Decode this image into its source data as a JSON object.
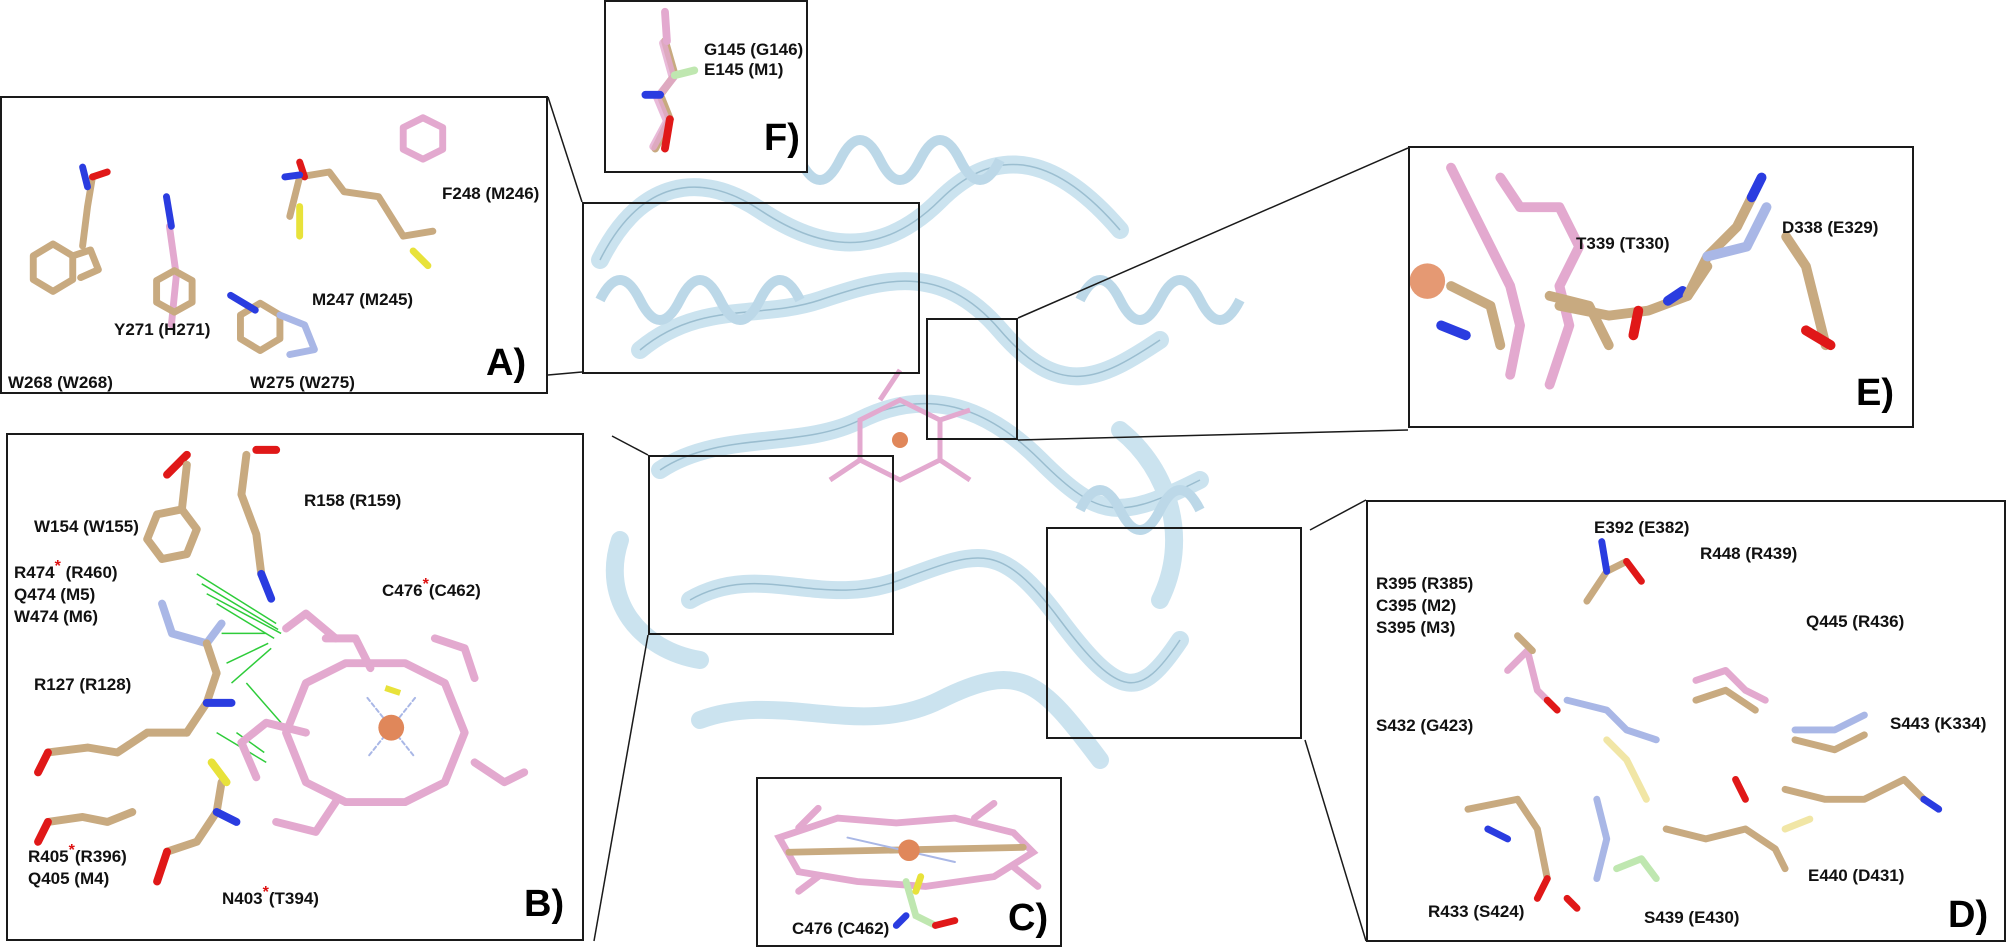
{
  "panels": {
    "A": {
      "tag": "A)",
      "labels": [
        "F248 (M246)",
        "M247 (M245)",
        "Y271 (H271)",
        "W268 (W268)",
        "W275 (W275)"
      ]
    },
    "B": {
      "tag": "B)",
      "labels": [
        {
          "res": "W154 (W155)"
        },
        {
          "res": "R158 (R159)"
        },
        {
          "pre": "R474",
          "post": "(R460)"
        },
        {
          "res": "Q474 (M5)"
        },
        {
          "res": "W474 (M6)"
        },
        {
          "pre": "C476",
          "post": "(C462)"
        },
        {
          "res": "R127 (R128)"
        },
        {
          "pre": "R405",
          "post": "(R396)"
        },
        {
          "res": "Q405 (M4)"
        },
        {
          "pre": "N403",
          "post": "(T394)"
        }
      ]
    },
    "C": {
      "tag": "C)",
      "labels": [
        "C476 (C462)"
      ]
    },
    "D": {
      "tag": "D)",
      "labels": [
        "E392 (E382)",
        "R448 (R439)",
        "R395 (R385)",
        "C395 (M2)",
        "S395 (M3)",
        "Q445 (R436)",
        "S432 (G423)",
        "S443 (K334)",
        "E440 (D431)",
        "R433 (S424)",
        "S439 (E430)"
      ]
    },
    "E": {
      "tag": "E)",
      "labels": [
        "T339 (T330)",
        "D338 (E329)"
      ]
    },
    "F": {
      "tag": "F)",
      "labels": [
        "G145 (G146)",
        "E145 (M1)"
      ]
    }
  },
  "asterisk": "*",
  "colors": {
    "ribbon": "#c9e2ef",
    "ribbon_edge": "#8fb4c8",
    "stick_tan": "#c8aa80",
    "stick_pink": "#e3a9cf",
    "stick_blue": "#a9b7e6",
    "stick_yellow": "#f1e6a6",
    "stick_green": "#bfe7b0",
    "oxygen": "#e01818",
    "nitrogen": "#2a3ce0",
    "sulfur": "#e8e23a",
    "iron": "#e0875a",
    "hbond": "#2ecc3a",
    "frame": "#1a1a1a"
  }
}
